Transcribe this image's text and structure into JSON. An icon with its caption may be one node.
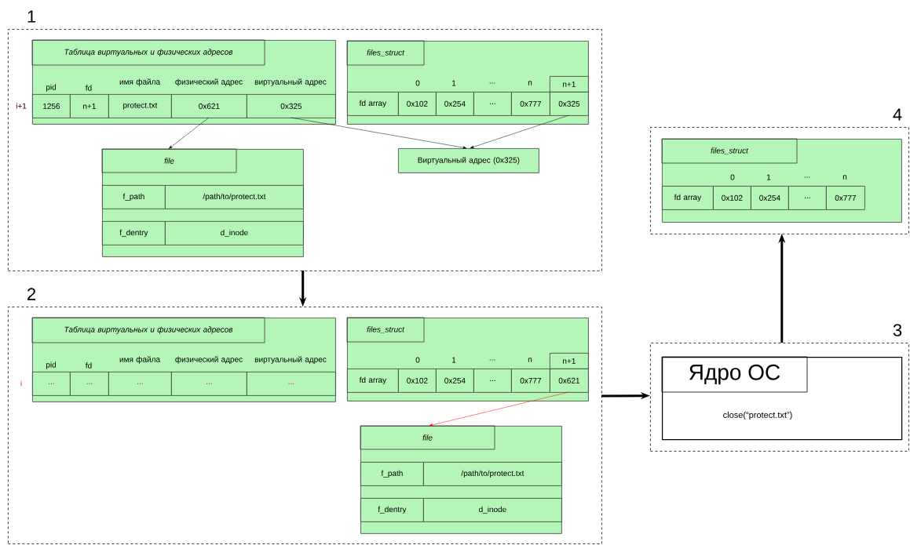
{
  "diagram": {
    "nodes": [
      {
        "text": [
          "1"
        ]
      },
      {
        "text": [
          "Таблица виртуальных и физических адресов",
          "pid",
          "fd",
          "имя файла",
          "физический адрес",
          "виртуальный адрес"
        ],
        "in": 0,
        "beside": [
          "i+1"
        ]
      },
      {
        "text": [
          "1256"
        ],
        "in": 1
      },
      {
        "text": [
          "n+1"
        ],
        "in": 1
      },
      {
        "text": [
          "protect.txt"
        ],
        "in": 1
      },
      {
        "text": [
          "0x621"
        ],
        "in": 1
      },
      {
        "text": [
          "0x325"
        ],
        "in": 1
      },
      {
        "text": [
          "files_struct",
          "0",
          "1",
          "...",
          "n"
        ],
        "in": 0
      },
      {
        "text": [
          "n+1"
        ],
        "in": 7
      },
      {
        "text": [
          "fd array"
        ],
        "in": 7
      },
      {
        "text": [
          "0x102"
        ],
        "in": 7
      },
      {
        "text": [
          "0x254"
        ],
        "in": 7
      },
      {
        "text": [
          "..."
        ],
        "in": 7
      },
      {
        "text": [
          "0x777"
        ],
        "in": 7
      },
      {
        "text": [
          "0x325"
        ],
        "in": 7
      },
      {
        "text": [
          "file"
        ],
        "in": 0
      },
      {
        "text": [
          "f_path"
        ],
        "in": 15
      },
      {
        "text": [
          "/path/to/protect.txt"
        ],
        "in": 15
      },
      {
        "text": [
          "f_dentry"
        ],
        "in": 15
      },
      {
        "text": [
          "d_inode"
        ],
        "in": 15
      },
      {
        "text": [
          "Виртуальный адрес (0x325)"
        ],
        "in": 0
      },
      {
        "text": [
          "2"
        ]
      },
      {
        "text": [
          "Таблица виртуальных и физических адресов",
          "pid",
          "fd",
          "имя файла",
          "физический адрес",
          "виртуальный адрес"
        ],
        "in": 21,
        "beside": [
          "i"
        ]
      },
      {
        "text": [
          "..."
        ],
        "in": 22
      },
      {
        "text": [
          "..."
        ],
        "in": 22
      },
      {
        "text": [
          "..."
        ],
        "in": 22
      },
      {
        "text": [
          "..."
        ],
        "in": 22
      },
      {
        "text": [
          "..."
        ],
        "in": 22
      },
      {
        "text": [
          "files_struct",
          "0",
          "1",
          "...",
          "n"
        ],
        "in": 21
      },
      {
        "text": [
          "n+1"
        ],
        "in": 28
      },
      {
        "text": [
          "fd array"
        ],
        "in": 28
      },
      {
        "text": [
          "0x102"
        ],
        "in": 28
      },
      {
        "text": [
          "0x254"
        ],
        "in": 28
      },
      {
        "text": [
          "..."
        ],
        "in": 28
      },
      {
        "text": [
          "0x777"
        ],
        "in": 28
      },
      {
        "text": [
          "0x621"
        ],
        "in": 28
      },
      {
        "text": [
          "file"
        ],
        "in": 21
      },
      {
        "text": [
          "f_path"
        ],
        "in": 36
      },
      {
        "text": [
          "/path/to/protect.txt"
        ],
        "in": 36
      },
      {
        "text": [
          "f_dentry"
        ],
        "in": 36
      },
      {
        "text": [
          "d_inode"
        ],
        "in": 36
      },
      {
        "text": [
          "3"
        ]
      },
      {
        "text": [
          "Ядро ОС",
          "close(“protect.txt”)"
        ],
        "in": 41
      },
      {
        "text": [
          "4"
        ]
      },
      {
        "text": [
          "files_struct",
          "0",
          "1",
          "...",
          "n"
        ],
        "in": 43
      },
      {
        "text": [
          "fd array"
        ],
        "in": 44
      },
      {
        "text": [
          "0x102"
        ],
        "in": 44
      },
      {
        "text": [
          "0x254"
        ],
        "in": 44
      },
      {
        "text": [
          "..."
        ],
        "in": 44
      },
      {
        "text": [
          "0x777"
        ],
        "in": 44
      }
    ],
    "edges": [
      {
        "from": 5,
        "to": 15,
        "arrow": "to"
      },
      {
        "from": 6,
        "to": 20,
        "arrow": "to"
      },
      {
        "from": 14,
        "to": 20,
        "arrow": "to"
      },
      {
        "from": 0,
        "to": 21,
        "arrow": "to",
        "style": "thick"
      },
      {
        "from": 35,
        "to": 36,
        "arrow": "to",
        "color": "#ff0000"
      },
      {
        "from": 21,
        "to": 41,
        "arrow": "to",
        "style": "thick"
      },
      {
        "from": 41,
        "to": 43,
        "arrow": "to",
        "style": "thick"
      }
    ]
  }
}
